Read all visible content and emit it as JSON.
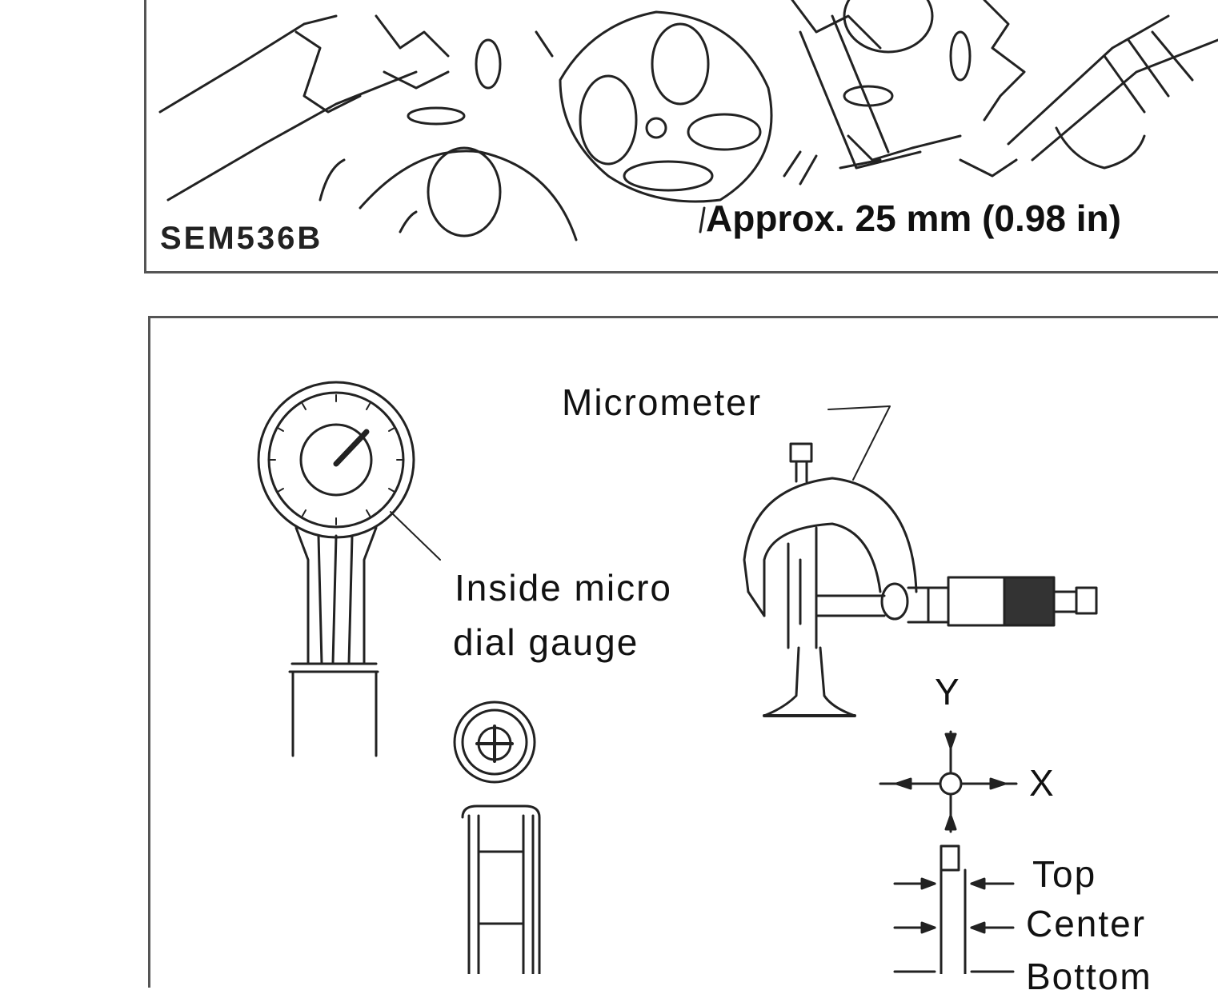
{
  "figure_top": {
    "code": "SEM536B",
    "dimension_note": "Approx. 25 mm (0.98 in)"
  },
  "figure_bottom": {
    "micrometer": "Micrometer",
    "dial_gauge_line1": "Inside micro",
    "dial_gauge_line2": "dial gauge",
    "axis_y": "Y",
    "axis_x": "X",
    "position_top": "Top",
    "position_center": "Center",
    "position_bottom": "Bottom"
  }
}
